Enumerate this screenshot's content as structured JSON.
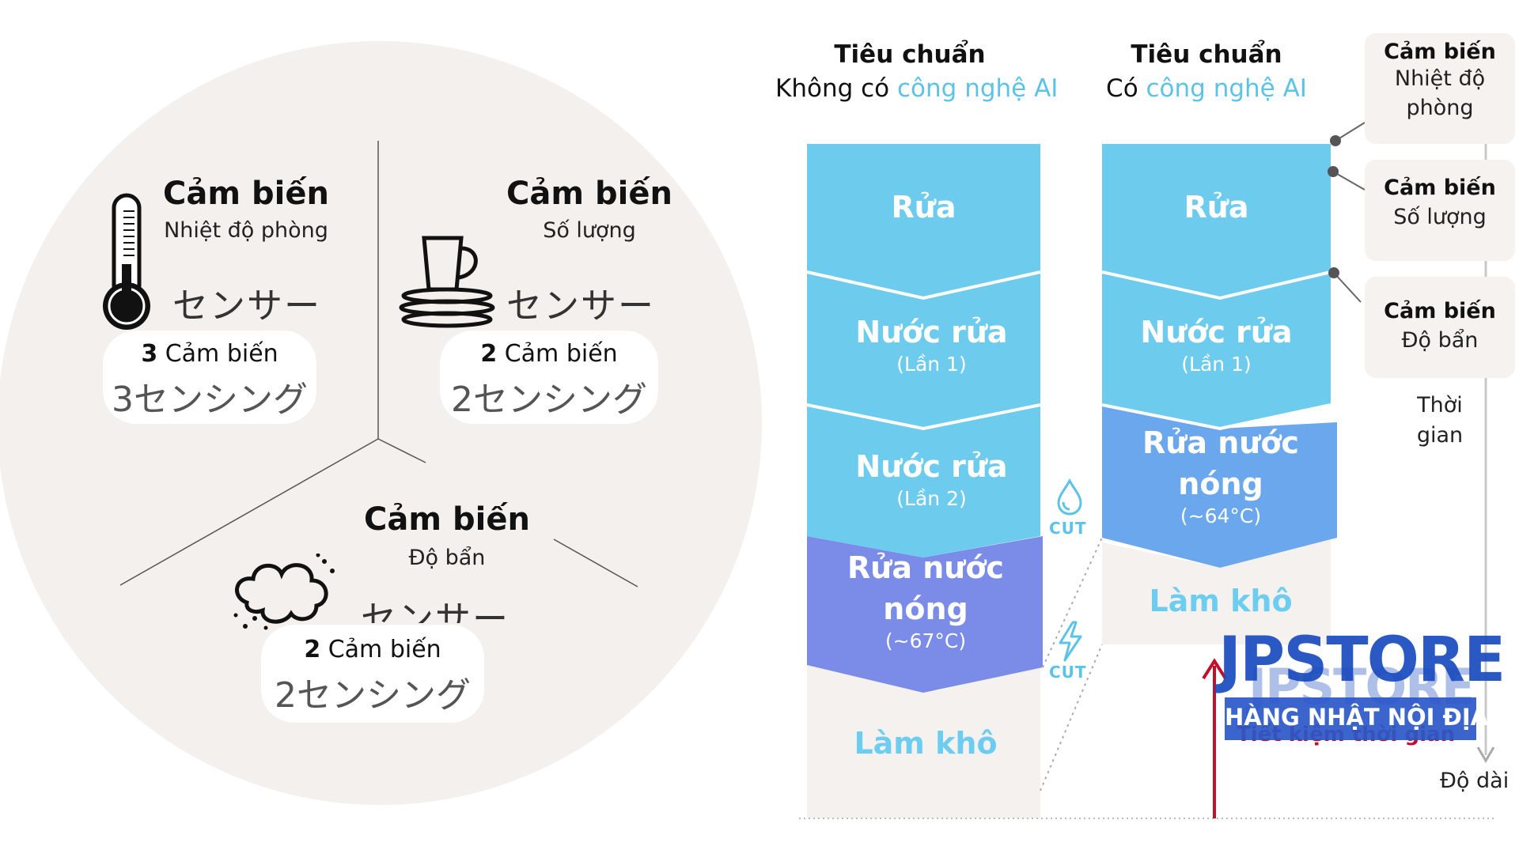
{
  "sensors": {
    "room_temp": {
      "title": "Cảm biến",
      "subtitle": "Nhiệt độ phòng",
      "jp": "センサー",
      "count_num": "3",
      "count_label": " Cảm biến",
      "jp_count": "3センシング"
    },
    "quantity": {
      "title": "Cảm biến",
      "subtitle": "Số lượng",
      "jp": "センサー",
      "count_num": "2",
      "count_label": " Cảm biến",
      "jp_count": "2センシング"
    },
    "dirt": {
      "title": "Cảm biến",
      "subtitle": "Độ bẩn",
      "jp": "センサー",
      "count_num": "2",
      "count_label": " Cảm biến",
      "jp_count": "2センシング"
    }
  },
  "columns": {
    "standard": {
      "heading": "Tiêu chuẩn",
      "line_prefix": "Không có ",
      "line_highlight": "công nghệ AI",
      "stages": [
        {
          "label": "Rửa",
          "sub": ""
        },
        {
          "label": "Nước rửa",
          "sub": "(Lần 1)"
        },
        {
          "label": "Nước rửa",
          "sub": "(Lần 2)"
        },
        {
          "label": "Rửa nước\nnóng",
          "sub": "(~67°C)"
        }
      ],
      "dry": "Làm khô"
    },
    "ai": {
      "heading": "Tiêu chuẩn",
      "line_prefix": "Có ",
      "line_highlight": "công nghệ AI",
      "stages": [
        {
          "label": "Rửa",
          "sub": ""
        },
        {
          "label": "Nước rửa",
          "sub": "(Lần 1)"
        },
        {
          "label": "Rửa nước\nnóng",
          "sub": "(~64°C)"
        }
      ],
      "dry": "Làm khô"
    }
  },
  "cut_labels": [
    "CUT",
    "CUT"
  ],
  "side": {
    "boxes": [
      {
        "title": "Cảm biến",
        "sub": "Nhiệt độ\nphòng"
      },
      {
        "title": "Cảm biến",
        "sub": "Số lượng"
      },
      {
        "title": "Cảm biến",
        "sub": "Độ bẩn"
      }
    ],
    "axis_label": "Thời\ngian",
    "length_label": "Độ dài"
  },
  "time_saving": "Tiết kiệm thời gian",
  "watermark": {
    "brand": "JPSTORE",
    "tagline": "HÀNG NHẬT NỘI ĐỊA"
  },
  "colors": {
    "stage_blue": "#6dcbee",
    "hot_blue_standard": "#7b8ce8",
    "hot_blue_ai": "#6aa7ec",
    "dry_bg": "#f4f1ee",
    "accent_text": "#5cc3e8",
    "arrow_red": "#c0102a",
    "watermark_blue": "#1a4cbf"
  }
}
